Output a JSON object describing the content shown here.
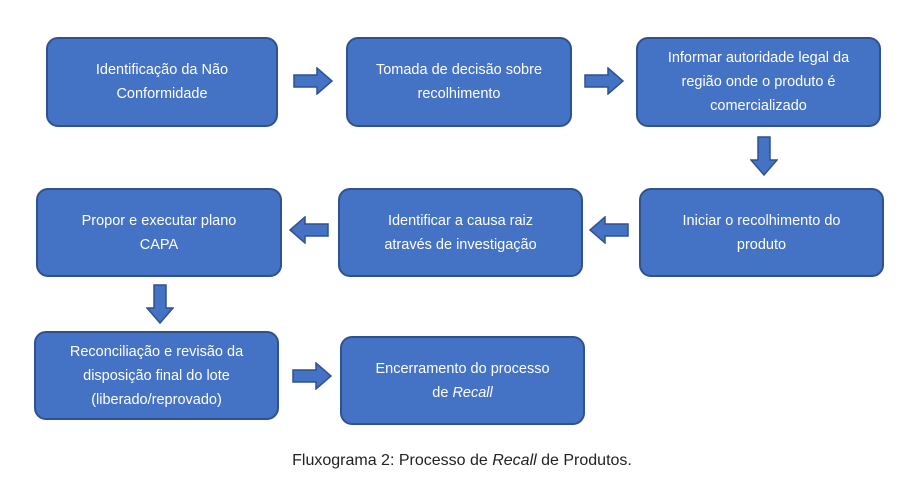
{
  "diagram": {
    "boxes": {
      "identificacao": {
        "lines": [
          "Identificação da Não",
          "Conformidade"
        ]
      },
      "tomada_decisao": {
        "lines": [
          "Tomada de decisão sobre",
          "recolhimento"
        ]
      },
      "informar": {
        "lines": [
          "Informar autoridade legal da",
          "região onde o produto é",
          "comercializado"
        ]
      },
      "iniciar": {
        "lines": [
          "Iniciar o recolhimento do",
          "produto"
        ]
      },
      "identificar_causa": {
        "lines": [
          "Identificar a causa raiz",
          "através de investigação"
        ]
      },
      "propor": {
        "lines": [
          "Propor e executar plano",
          "CAPA"
        ]
      },
      "reconciliacao": {
        "lines": [
          "Reconciliação e revisão da",
          "disposição final do lote",
          "(liberado/reprovado)"
        ]
      },
      "encerramento": {
        "line1": "Encerramento do processo",
        "line2_prefix": "de ",
        "line2_em": "Recall"
      }
    },
    "colors": {
      "box_fill": "#4472c4",
      "box_border": "#2f528f",
      "arrow_fill": "#4472c4",
      "arrow_border": "#2f528f",
      "text": "#ffffff"
    }
  },
  "caption": {
    "prefix": "Fluxograma 2: Processo de ",
    "emphasis": "Recall",
    "suffix": " de Produtos."
  }
}
